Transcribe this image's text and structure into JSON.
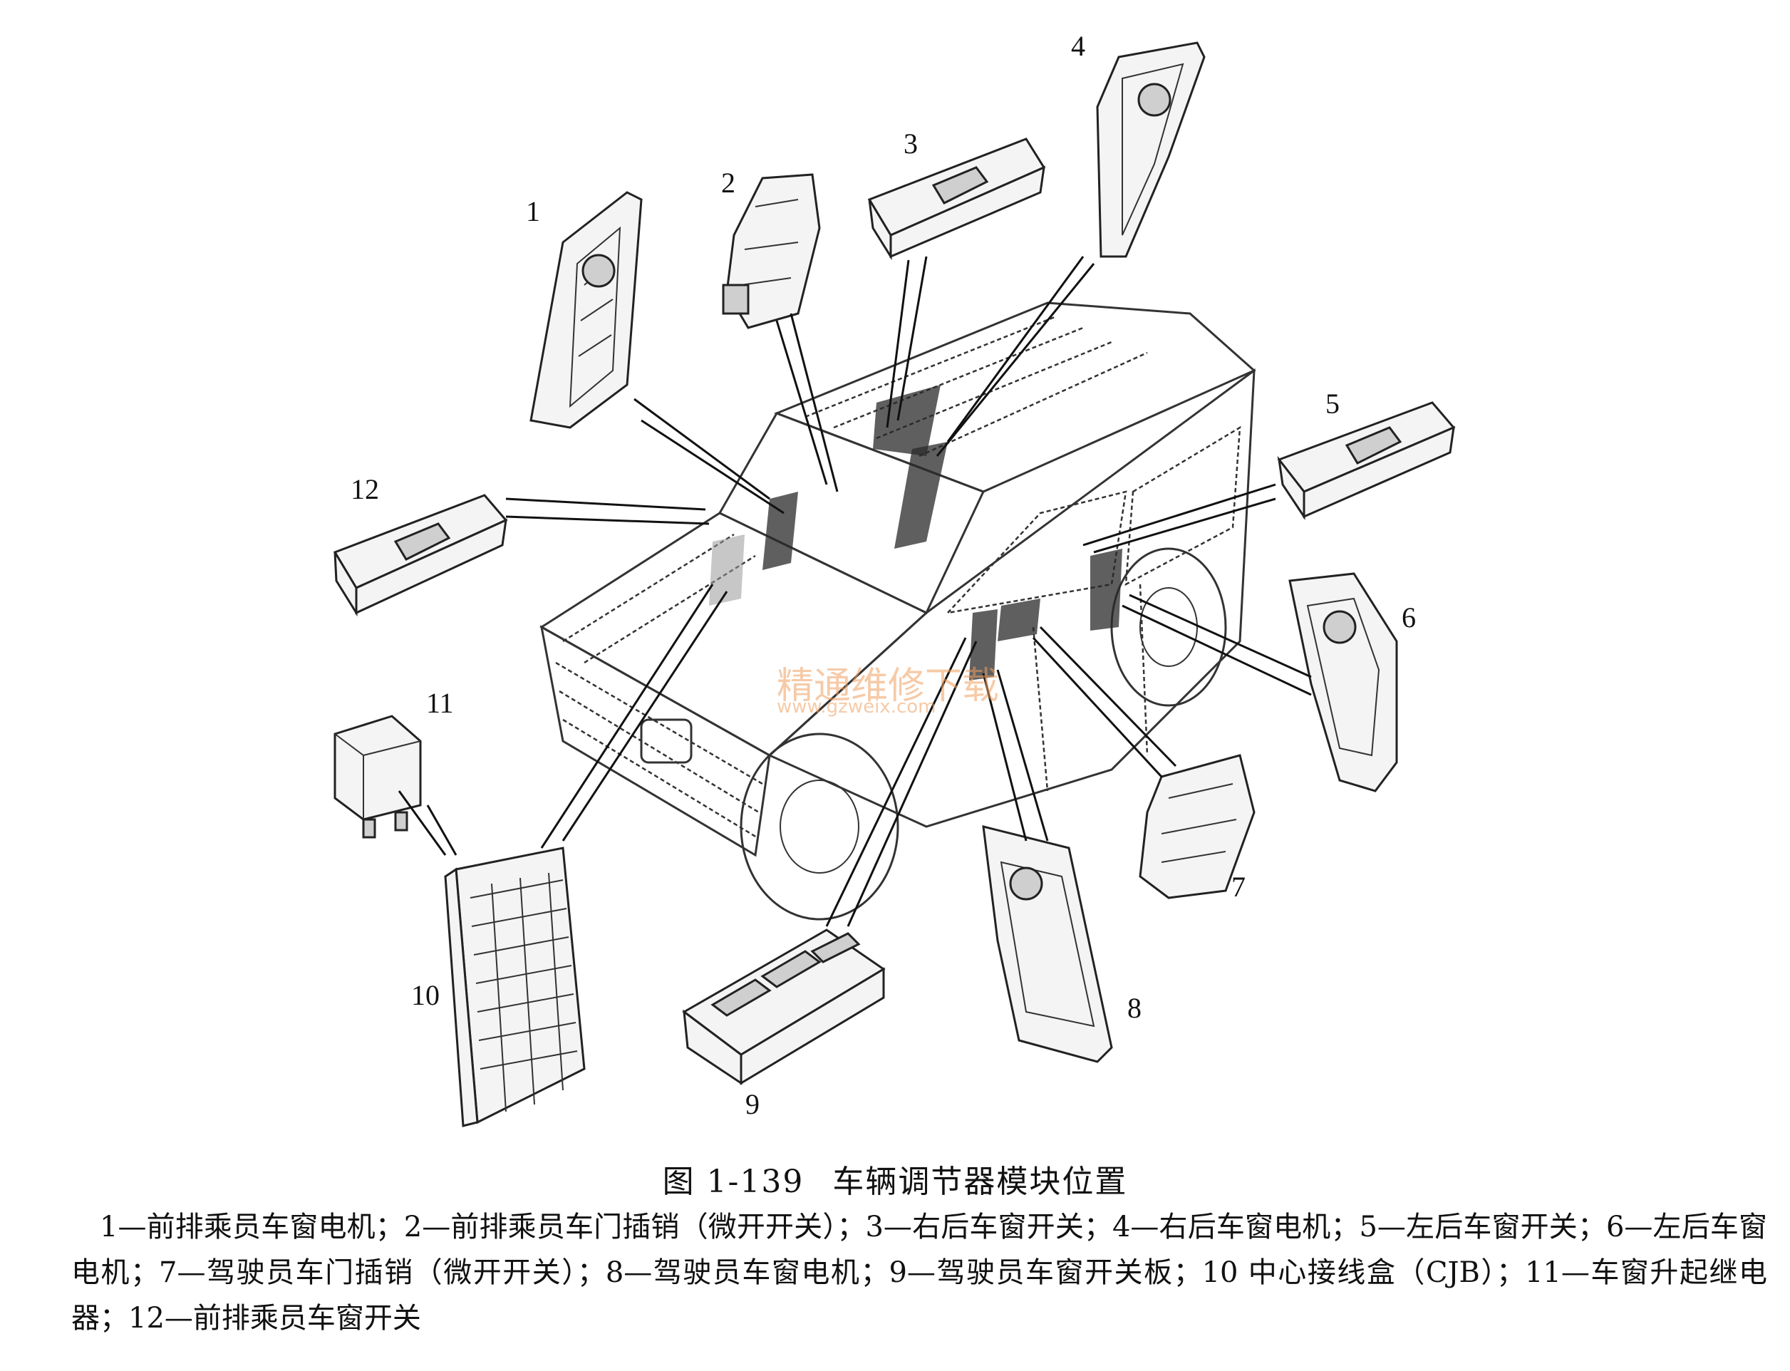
{
  "figure": {
    "label": "图 1-139",
    "title": "车辆调节器模块位置"
  },
  "callouts": [
    "1",
    "2",
    "3",
    "4",
    "5",
    "6",
    "7",
    "8",
    "9",
    "10",
    "11",
    "12"
  ],
  "watermark": {
    "cn": "精通维修下载",
    "url": "www.gzweix.com"
  },
  "legend": "1—前排乘员车窗电机；2—前排乘员车门插销（微开开关）；3—右后车窗开关；4—右后车窗电机；5—左后车窗开关；6—左后车窗电机；7—驾驶员车门插销（微开开关）；8—驾驶员车窗电机；9—驾驶员车窗开关板；10 中心接线盒（CJB）；11—车窗升起继电器；12—前排乘员车窗开关"
}
